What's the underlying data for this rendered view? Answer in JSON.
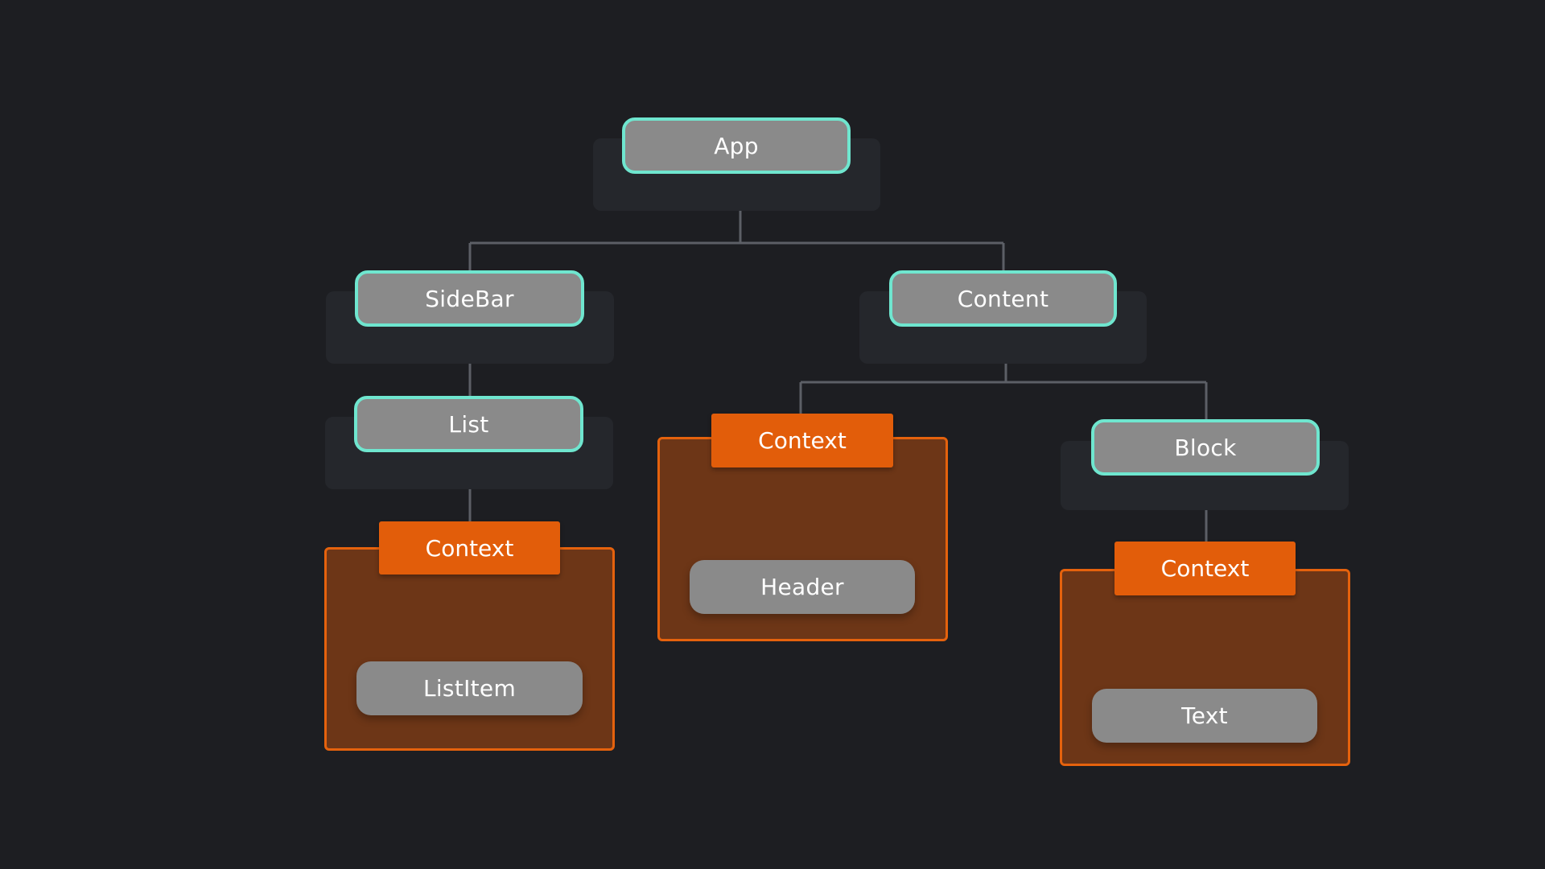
{
  "diagram": {
    "colors": {
      "background": "#1d1e22",
      "panel": "#25272c",
      "node_fill": "#8a8a8a",
      "component_border": "#6fe6cf",
      "context_tab": "#e25d0a",
      "context_box": "#6d3617",
      "context_border": "#e5620d",
      "connector": "#5c5f66",
      "text": "#ffffff"
    },
    "nodes": {
      "app": "App",
      "sidebar": "SideBar",
      "content": "Content",
      "list": "List",
      "block": "Block",
      "header": "Header",
      "listitem": "ListItem",
      "text": "Text"
    },
    "contexts": {
      "list_context": "Context",
      "content_context": "Context",
      "block_context": "Context"
    },
    "edges": [
      [
        "App",
        "SideBar"
      ],
      [
        "App",
        "Content"
      ],
      [
        "SideBar",
        "List"
      ],
      [
        "List",
        "Context"
      ],
      [
        "Content",
        "Context"
      ],
      [
        "Content",
        "Block"
      ],
      [
        "Block",
        "Context"
      ]
    ]
  }
}
